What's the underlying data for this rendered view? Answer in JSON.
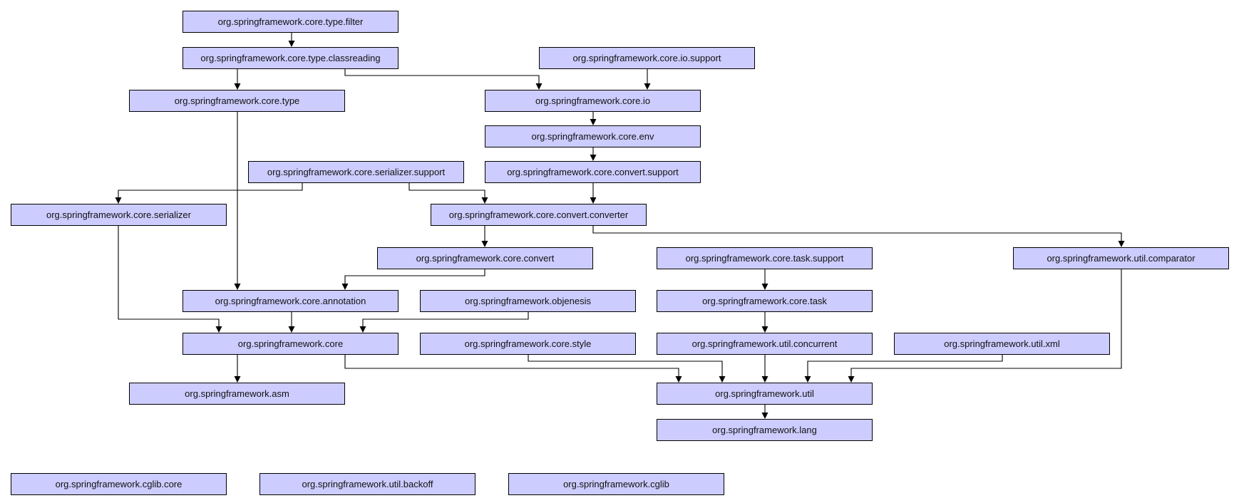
{
  "nodes": [
    {
      "id": "type_filter",
      "label": "org.springframework.core.type.filter"
    },
    {
      "id": "type_classreading",
      "label": "org.springframework.core.type.classreading"
    },
    {
      "id": "io_support",
      "label": "org.springframework.core.io.support"
    },
    {
      "id": "type",
      "label": "org.springframework.core.type"
    },
    {
      "id": "io",
      "label": "org.springframework.core.io"
    },
    {
      "id": "env",
      "label": "org.springframework.core.env"
    },
    {
      "id": "serializer_support",
      "label": "org.springframework.core.serializer.support"
    },
    {
      "id": "convert_support",
      "label": "org.springframework.core.convert.support"
    },
    {
      "id": "serializer",
      "label": "org.springframework.core.serializer"
    },
    {
      "id": "convert_converter",
      "label": "org.springframework.core.convert.converter"
    },
    {
      "id": "convert",
      "label": "org.springframework.core.convert"
    },
    {
      "id": "task_support",
      "label": "org.springframework.core.task.support"
    },
    {
      "id": "util_comparator",
      "label": "org.springframework.util.comparator"
    },
    {
      "id": "annotation",
      "label": "org.springframework.core.annotation"
    },
    {
      "id": "objenesis",
      "label": "org.springframework.objenesis"
    },
    {
      "id": "task",
      "label": "org.springframework.core.task"
    },
    {
      "id": "core",
      "label": "org.springframework.core"
    },
    {
      "id": "style",
      "label": "org.springframework.core.style"
    },
    {
      "id": "util_concurrent",
      "label": "org.springframework.util.concurrent"
    },
    {
      "id": "util_xml",
      "label": "org.springframework.util.xml"
    },
    {
      "id": "asm",
      "label": "org.springframework.asm"
    },
    {
      "id": "util",
      "label": "org.springframework.util"
    },
    {
      "id": "lang",
      "label": "org.springframework.lang"
    },
    {
      "id": "cglib_core",
      "label": "org.springframework.cglib.core"
    },
    {
      "id": "util_backoff",
      "label": "org.springframework.util.backoff"
    },
    {
      "id": "cglib",
      "label": "org.springframework.cglib"
    }
  ],
  "edges": [
    {
      "from": "type_filter",
      "to": "type_classreading"
    },
    {
      "from": "type_classreading",
      "to": "type"
    },
    {
      "from": "type_classreading",
      "to": "io"
    },
    {
      "from": "io_support",
      "to": "io"
    },
    {
      "from": "io",
      "to": "env"
    },
    {
      "from": "env",
      "to": "convert_support"
    },
    {
      "from": "convert_support",
      "to": "convert_converter"
    },
    {
      "from": "serializer_support",
      "to": "serializer"
    },
    {
      "from": "serializer_support",
      "to": "convert_converter"
    },
    {
      "from": "type",
      "to": "annotation"
    },
    {
      "from": "convert_converter",
      "to": "convert"
    },
    {
      "from": "convert_converter",
      "to": "util_comparator"
    },
    {
      "from": "convert",
      "to": "annotation"
    },
    {
      "from": "serializer",
      "to": "core"
    },
    {
      "from": "annotation",
      "to": "core"
    },
    {
      "from": "objenesis",
      "to": "core"
    },
    {
      "from": "task_support",
      "to": "task"
    },
    {
      "from": "task",
      "to": "util_concurrent"
    },
    {
      "from": "core",
      "to": "asm"
    },
    {
      "from": "core",
      "to": "util"
    },
    {
      "from": "style",
      "to": "util"
    },
    {
      "from": "util_concurrent",
      "to": "util"
    },
    {
      "from": "util_xml",
      "to": "util"
    },
    {
      "from": "util_comparator",
      "to": "util"
    },
    {
      "from": "util",
      "to": "lang"
    }
  ]
}
